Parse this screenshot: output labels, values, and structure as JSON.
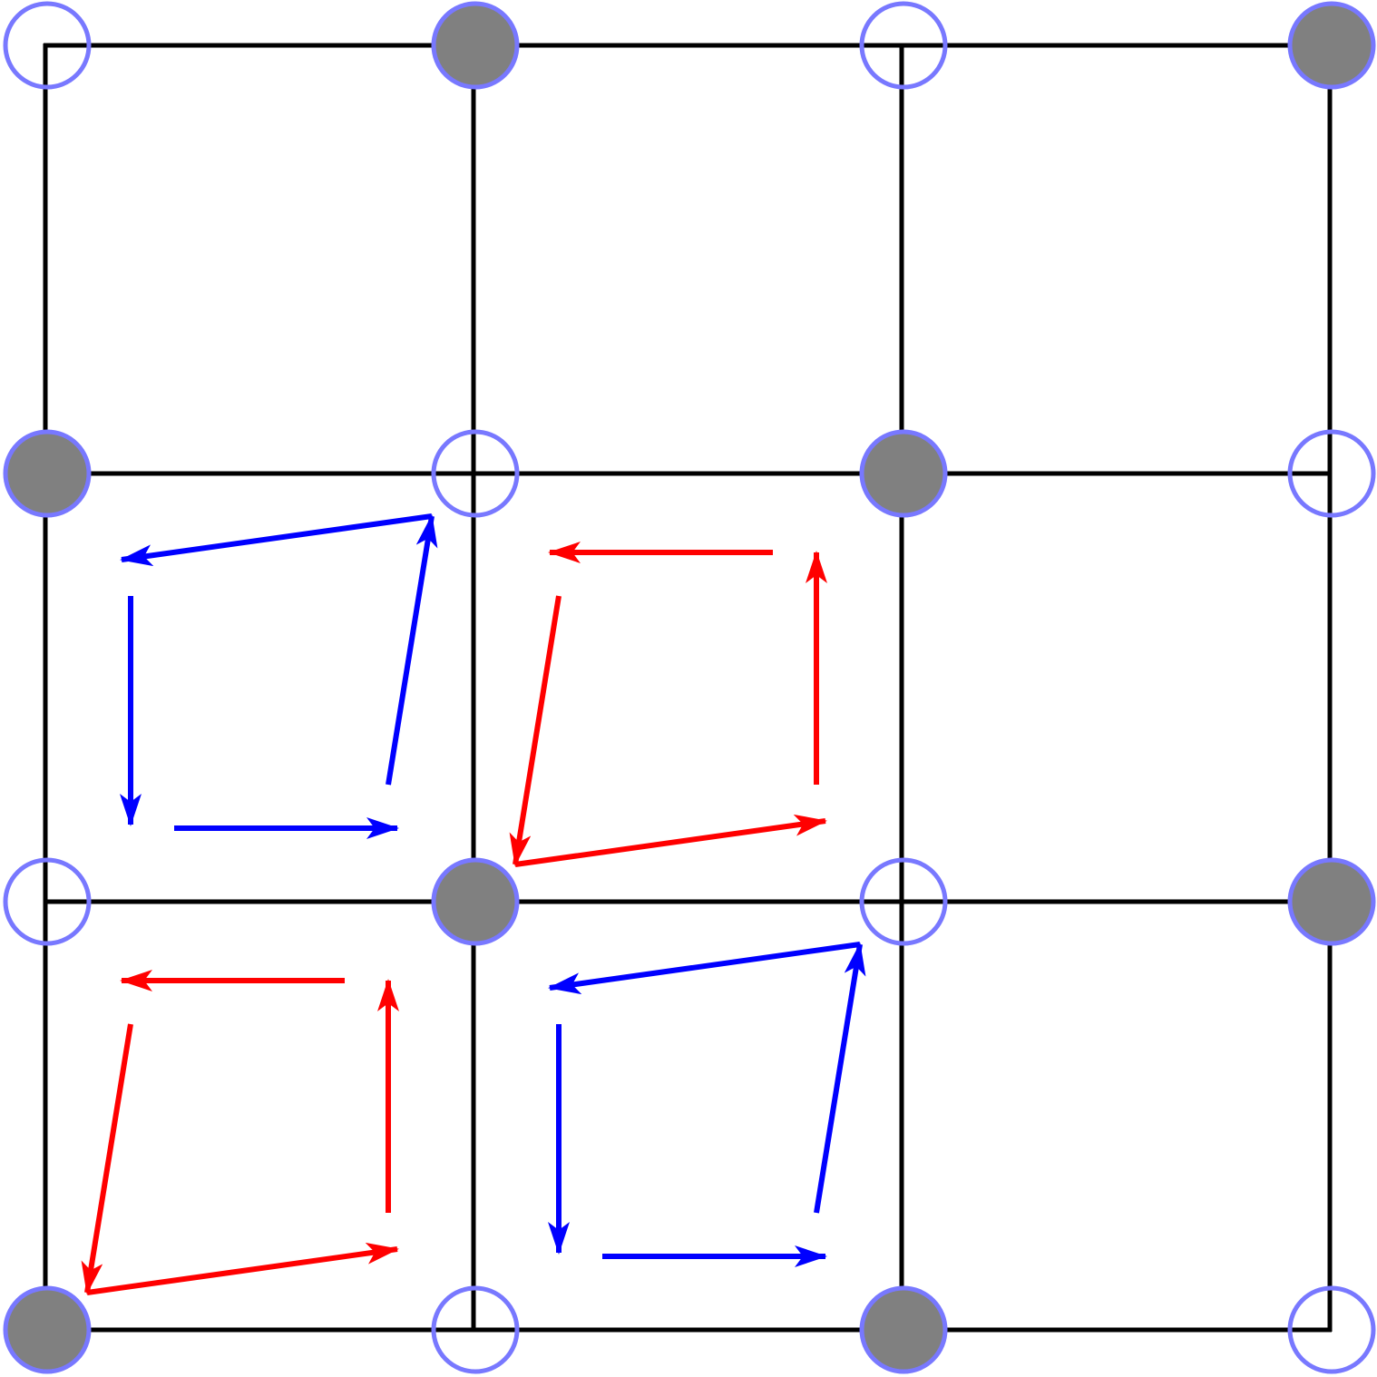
{
  "colors": {
    "background": "#ffffff",
    "grid_line": "#000000",
    "site_outline": "#7878ff",
    "site_filled": "#808080",
    "plaquette_blue": "#0000ff",
    "plaquette_red": "#ff0000"
  },
  "grid": {
    "rows": 3,
    "cols": 3
  },
  "sites": [
    {
      "row": 0,
      "col": 0,
      "filled": false
    },
    {
      "row": 0,
      "col": 1,
      "filled": true
    },
    {
      "row": 0,
      "col": 2,
      "filled": false
    },
    {
      "row": 0,
      "col": 3,
      "filled": true
    },
    {
      "row": 1,
      "col": 0,
      "filled": true
    },
    {
      "row": 1,
      "col": 1,
      "filled": false
    },
    {
      "row": 1,
      "col": 2,
      "filled": true
    },
    {
      "row": 1,
      "col": 3,
      "filled": false
    },
    {
      "row": 2,
      "col": 0,
      "filled": false
    },
    {
      "row": 2,
      "col": 1,
      "filled": true
    },
    {
      "row": 2,
      "col": 2,
      "filled": false
    },
    {
      "row": 2,
      "col": 3,
      "filled": true
    },
    {
      "row": 3,
      "col": 0,
      "filled": true
    },
    {
      "row": 3,
      "col": 1,
      "filled": false
    },
    {
      "row": 3,
      "col": 2,
      "filled": true
    },
    {
      "row": 3,
      "col": 3,
      "filled": false
    }
  ],
  "plaquettes": [
    {
      "row": 1,
      "col": 0,
      "color": "blue",
      "circulation": "counterclockwise"
    },
    {
      "row": 1,
      "col": 1,
      "color": "red",
      "circulation": "counterclockwise"
    },
    {
      "row": 2,
      "col": 0,
      "color": "red",
      "circulation": "counterclockwise"
    },
    {
      "row": 2,
      "col": 1,
      "color": "blue",
      "circulation": "counterclockwise"
    }
  ]
}
